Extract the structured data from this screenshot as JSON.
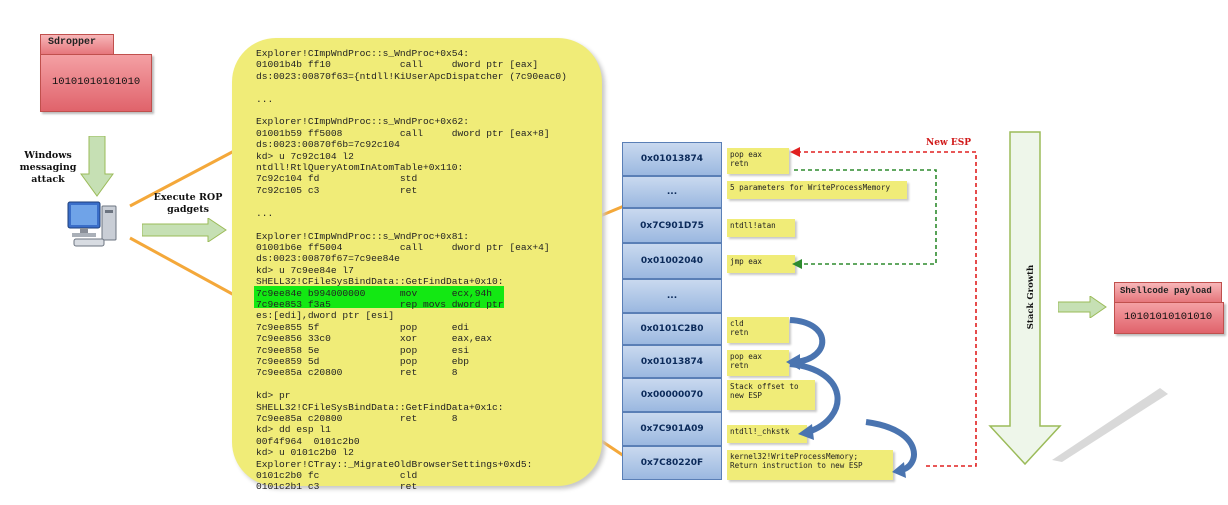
{
  "dropper": {
    "tab_label": "Sdropper",
    "bits": "10101010101010"
  },
  "windows_messaging_label": "Windows messaging attack",
  "execute_rop_label": "Execute ROP gadgets",
  "code_lines": [
    "Explorer!CImpWndProc::s_WndProc+0x54:",
    "01001b4b ff10            call     dword ptr [eax]",
    "ds:0023:00870f63={ntdll!KiUserApcDispatcher (7c90eac0)",
    "",
    "...",
    "",
    "Explorer!CImpWndProc::s_WndProc+0x62:",
    "01001b59 ff5008          call     dword ptr [eax+8]",
    "ds:0023:00870f6b=7c92c104",
    "kd> u 7c92c104 l2",
    "ntdll!RtlQueryAtomInAtomTable+0x110:",
    "7c92c104 fd              std",
    "7c92c105 c3              ret",
    "",
    "...",
    "",
    "Explorer!CImpWndProc::s_WndProc+0x81:",
    "01001b6e ff5004          call     dword ptr [eax+4]",
    "ds:0023:00870f67=7c9ee84e",
    "kd> u 7c9ee84e l7",
    "SHELL32!CFileSysBindData::GetFindData+0x10:",
    "7c9ee84e b994000000      mov      ecx,94h",
    "7c9ee853 f3a5            rep movs dword ptr",
    "es:[edi],dword ptr [esi]",
    "7c9ee855 5f              pop      edi",
    "7c9ee856 33c0            xor      eax,eax",
    "7c9ee858 5e              pop      esi",
    "7c9ee859 5d              pop      ebp",
    "7c9ee85a c20800          ret      8",
    "",
    "kd> pr",
    "SHELL32!CFileSysBindData::GetFindData+0x1c:",
    "7c9ee85a c20800          ret      8",
    "kd> dd esp l1",
    "00f4f964  0101c2b0",
    "kd> u 0101c2b0 l2",
    "Explorer!CTray::_MigrateOldBrowserSettings+0xd5:",
    "0101c2b0 fc              cld",
    "0101c2b1 c3              ret"
  ],
  "stack": [
    {
      "addr": "0x01013874",
      "note_lines": [
        "pop eax",
        "retn"
      ]
    },
    {
      "addr": "...",
      "note_lines": [
        "5 parameters for WriteProcessMemory"
      ]
    },
    {
      "addr": "0x7C901D75",
      "note_lines": [
        "ntdll!atan"
      ]
    },
    {
      "addr": "0x01002040",
      "note_lines": [
        "jmp eax"
      ]
    },
    {
      "addr": "...",
      "note_lines": []
    },
    {
      "addr": "0x0101C2B0",
      "note_lines": [
        "cld",
        "retn"
      ]
    },
    {
      "addr": "0x01013874",
      "note_lines": [
        "pop eax",
        "retn"
      ]
    },
    {
      "addr": "0x00000070",
      "note_lines": [
        "Stack offset to",
        "new ESP"
      ]
    },
    {
      "addr": "0x7C901A09",
      "note_lines": [
        "ntdll!_chkstk"
      ]
    },
    {
      "addr": "0x7C80220F",
      "note_lines": [
        "kernel32!WriteProcessMemory;",
        "Return instruction to new ESP"
      ]
    }
  ],
  "new_esp_label": "New ESP",
  "stack_growth_label": "Stack Growth",
  "shellcode": {
    "tab_label": "Shellcode payload",
    "bits": "10101010101010"
  },
  "colors": {
    "yellow": "#f0ec78",
    "red_box": "#e0636b",
    "stack_blue": "#9bb8e0",
    "highlight": "#13e813",
    "green_arrow": "#c6e0b4"
  }
}
